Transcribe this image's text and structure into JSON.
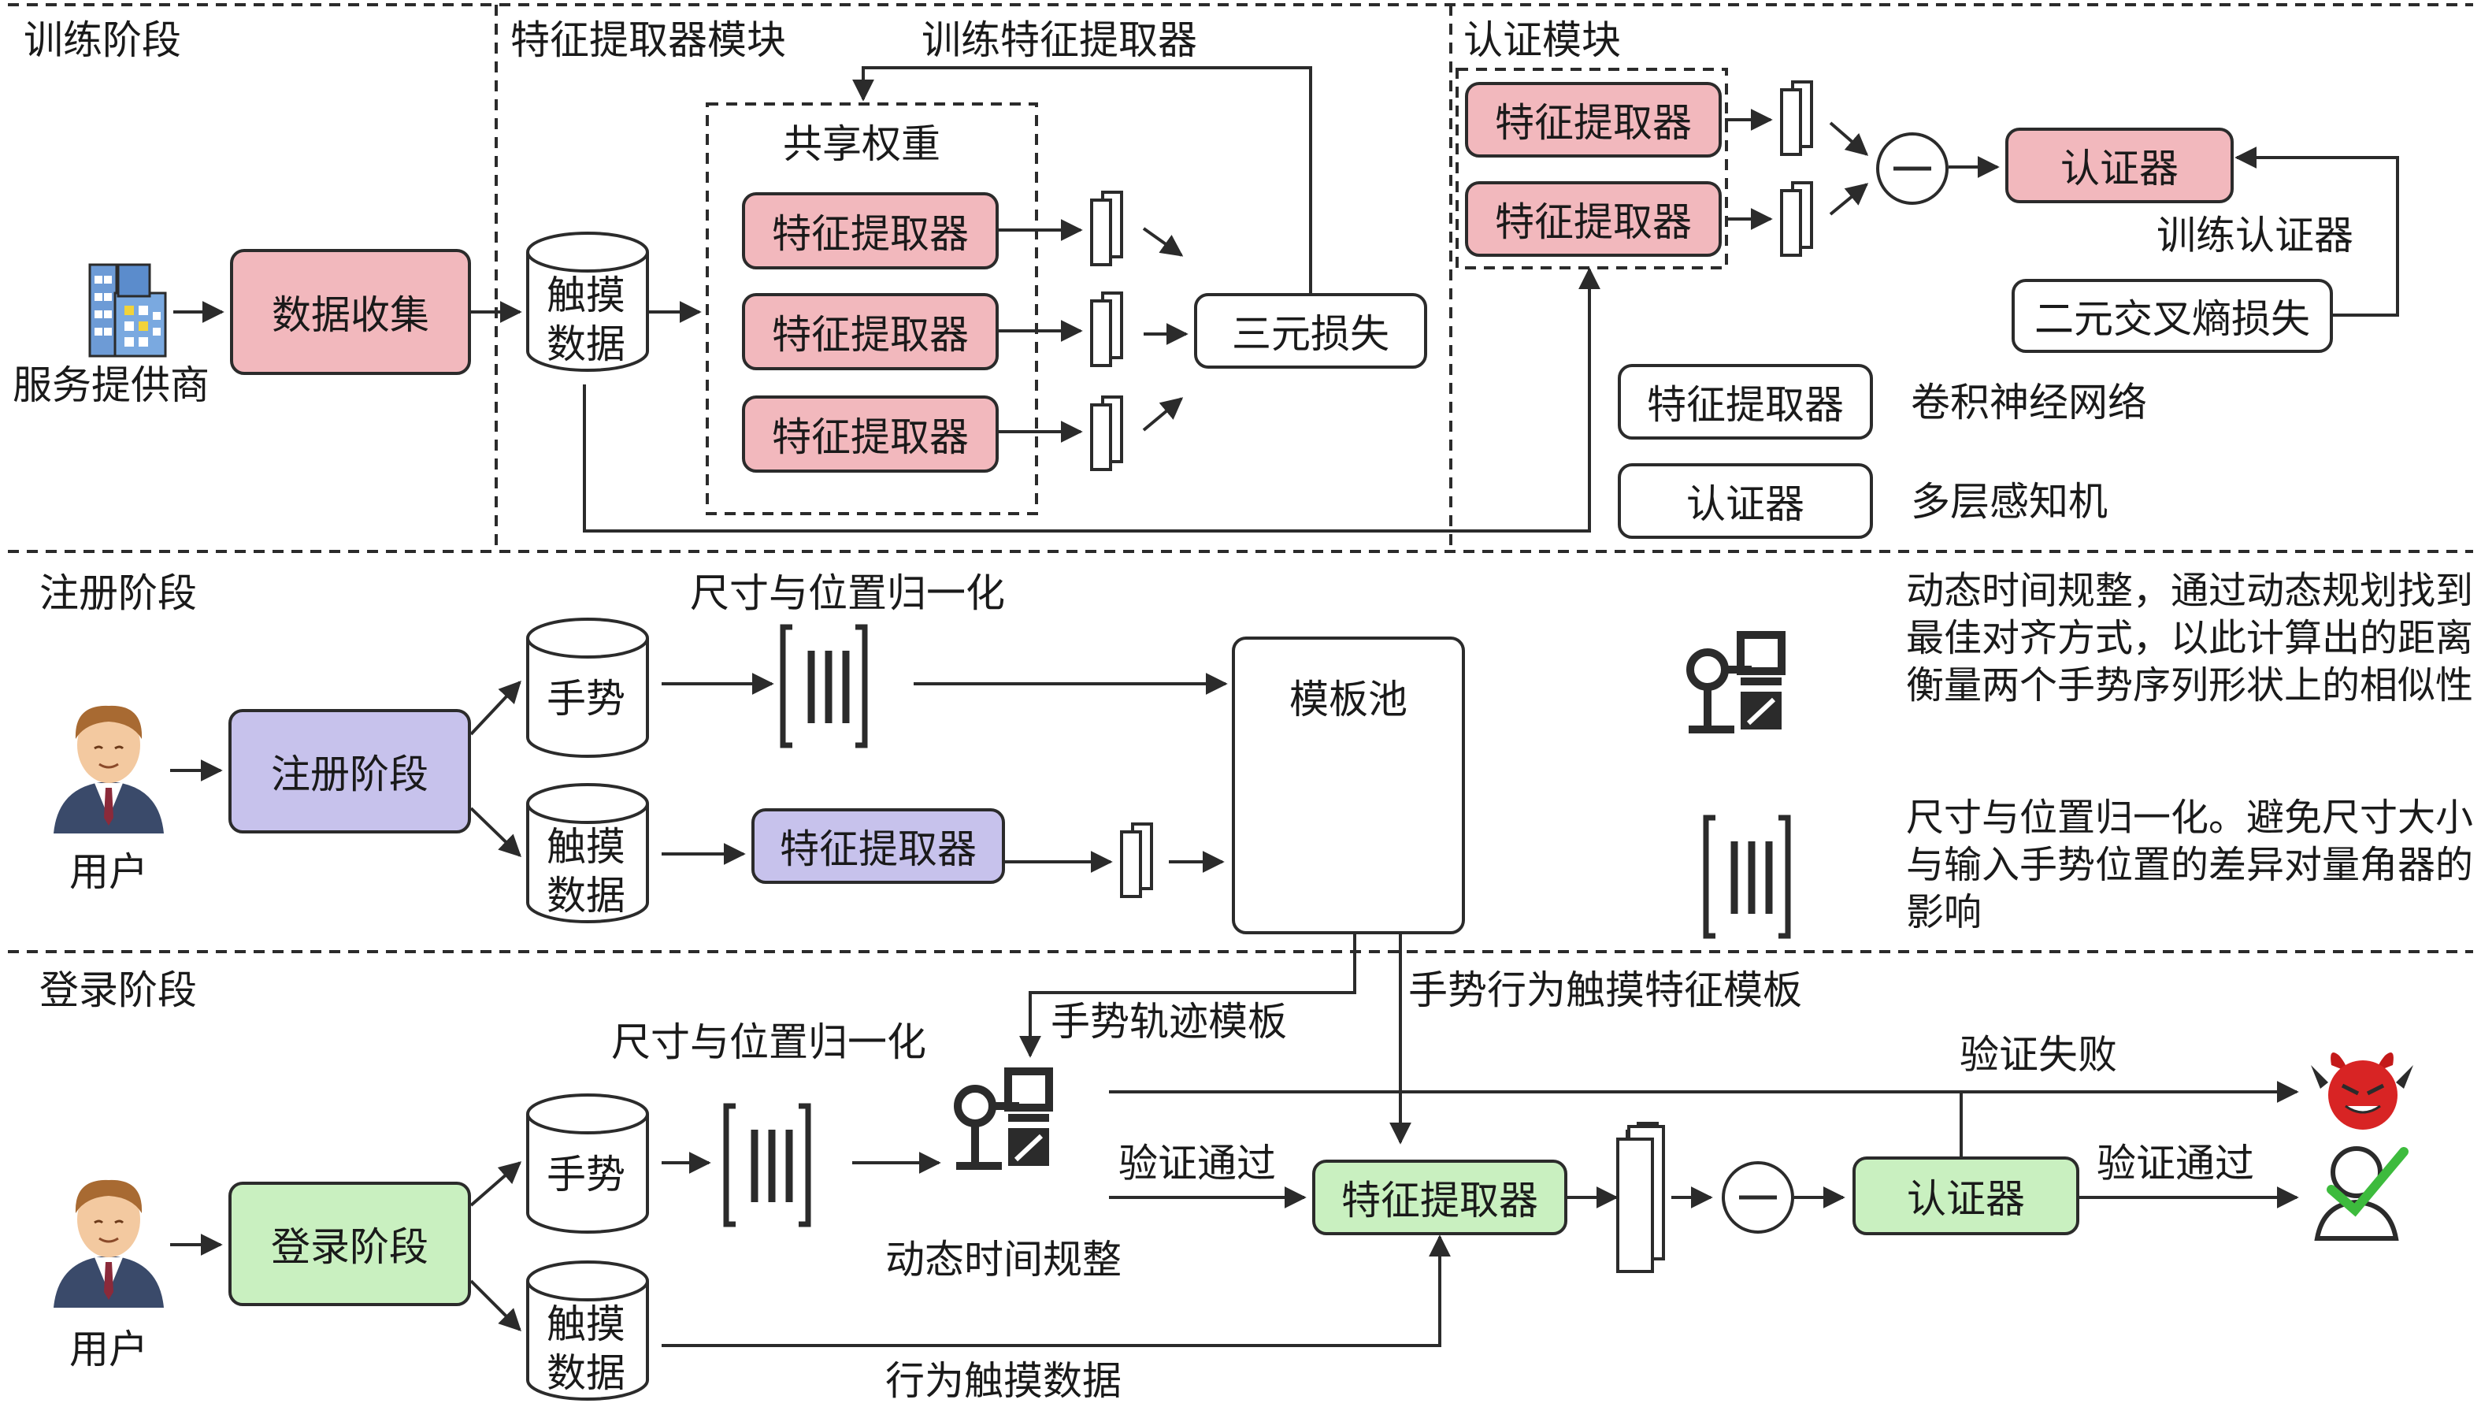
{
  "training": {
    "section_label": "训练阶段",
    "feature_module_label": "特征提取器模块",
    "train_feature_label": "训练特征提取器",
    "auth_module_label": "认证模块",
    "provider_label": "服务提供商",
    "data_collection": "数据收集",
    "touch_data": "触摸\n数据",
    "shared_weights": "共享权重",
    "feature_extractor": "特征提取器",
    "triplet_loss": "三元损失",
    "authenticator": "认证器",
    "train_auth_label": "训练认证器",
    "bce_loss": "二元交叉熵损失"
  },
  "legend": {
    "fe_box": "特征提取器",
    "fe_desc": "卷积神经网络",
    "auth_box": "认证器",
    "auth_desc": "多层感知机",
    "dtw_desc": "动态时间规整，通过动态规划找到最佳对齐方式，以此计算出的距离衡量两个手势序列形状上的相似性",
    "norm_desc": "尺寸与位置归一化。避免尺寸大小与输入手势位置的差异对量角器的影响"
  },
  "enroll": {
    "section_label": "注册阶段",
    "user_label": "用户",
    "stage_box": "注册阶段",
    "gesture": "手势",
    "touch_data": "触摸\n数据",
    "norm_label": "尺寸与位置归一化",
    "feature_extractor": "特征提取器",
    "template_pool": "模板池"
  },
  "login": {
    "section_label": "登录阶段",
    "user_label": "用户",
    "stage_box": "登录阶段",
    "gesture": "手势",
    "touch_data": "触摸\n数据",
    "norm_label": "尺寸与位置归一化",
    "traj_template": "手势轨迹模板",
    "touch_template": "手势行为触摸特征模板",
    "dtw_label": "动态时间规整",
    "verify_pass_1": "验证通过",
    "feature_extractor": "特征提取器",
    "authenticator": "认证器",
    "verify_fail": "验证失败",
    "verify_pass_2": "验证通过",
    "behavior_touch_data": "行为触摸数据"
  },
  "colors": {
    "red_box": "#f2b8bd",
    "purple_box": "#c7c2ec",
    "green_box": "#c9f0c0",
    "line": "#2b2b2b"
  },
  "icons": [
    "building-icon",
    "user-avatar-icon",
    "dtw-icon",
    "normalize-icon",
    "feature-map-icon",
    "subtract-icon",
    "devil-icon",
    "verified-user-icon"
  ]
}
